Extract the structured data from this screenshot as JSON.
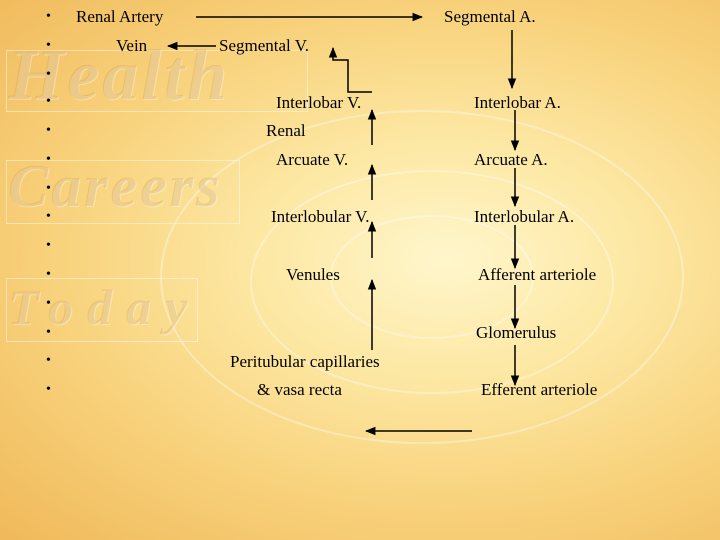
{
  "background": {
    "colors": {
      "center": "#fff6cc",
      "edge": "#f0b95a"
    }
  },
  "watermark": {
    "words": [
      "Health",
      "Careers",
      "Today"
    ]
  },
  "bullet_glyph": "•",
  "labels": {
    "renal_artery": "Renal Artery",
    "vein": "Vein",
    "segmental_a": "Segmental A.",
    "segmental_v": "Segmental V.",
    "interlobar_v": "Interlobar V.",
    "interlobar_a": "Interlobar A.",
    "renal": "Renal",
    "arcuate_v": "Arcuate V.",
    "arcuate_a": "Arcuate A.",
    "interlobular_v": "Interlobular V.",
    "interlobular_a": "Interlobular A.",
    "venules": "Venules",
    "afferent_arteriole": "Afferent arteriole",
    "glomerulus": "Glomerulus",
    "peritubular_line1": "Peritubular capillaries",
    "peritubular_line2": "& vasa recta",
    "efferent_arteriole": "Efferent arteriole"
  }
}
